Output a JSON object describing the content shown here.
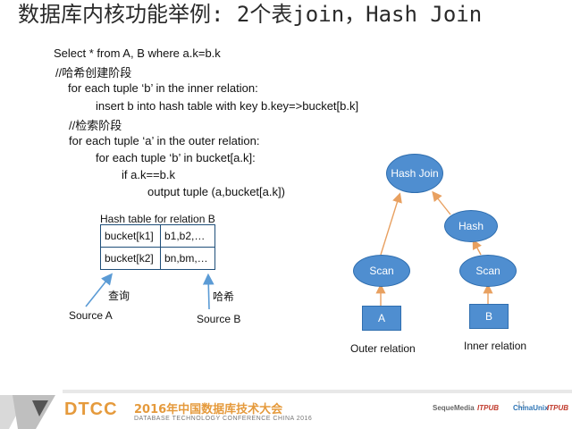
{
  "slide": {
    "title": "数据库内核功能举例: 2个表join，Hash Join",
    "code_lines": [
      "Select * from A, B where a.k=b.k",
      "//哈希创建阶段",
      "for each tuple  ‘b’ in the inner relation:",
      "insert b into hash table  with key b.key=>bucket[b.k]",
      "//检索阶段",
      "for each  tuple ‘a’ in the outer relation:",
      "for each tuple ‘b’ in bucket[a.k]:",
      "if a.k==b.k",
      "output tuple (a,bucket[a.k])"
    ],
    "hash_table": {
      "caption": "Hash table for relation B",
      "rows": [
        [
          "bucket[k1]",
          "b1,b2,…"
        ],
        [
          "bucket[k2]",
          "bn,bm,…"
        ]
      ]
    },
    "labels": {
      "query": "查询",
      "hash": "哈希",
      "source_a": "Source A",
      "source_b": "Source B"
    },
    "diagram": {
      "hash_join": "Hash Join",
      "hash": "Hash",
      "scan_left": "Scan",
      "scan_right": "Scan",
      "table_a": "A",
      "table_b": "B",
      "outer_relation": "Outer relation",
      "inner_relation": "Inner relation"
    }
  },
  "footer": {
    "logo": "DTCC",
    "conference": "2016年中国数据库技术大会",
    "subtitle": "DATABASE TECHNOLOGY CONFERENCE CHINA 2016",
    "page": "11",
    "sponsors": [
      "SequeMedia",
      "ITPUB",
      "ChinaUnix",
      "ITPUB"
    ]
  },
  "colors": {
    "node_fill": "#4f8ed0",
    "node_border": "#2f6eaf",
    "arrow": "#e8a060",
    "pointer": "#5b9bd5",
    "footer_accent": "#e59a3c"
  }
}
